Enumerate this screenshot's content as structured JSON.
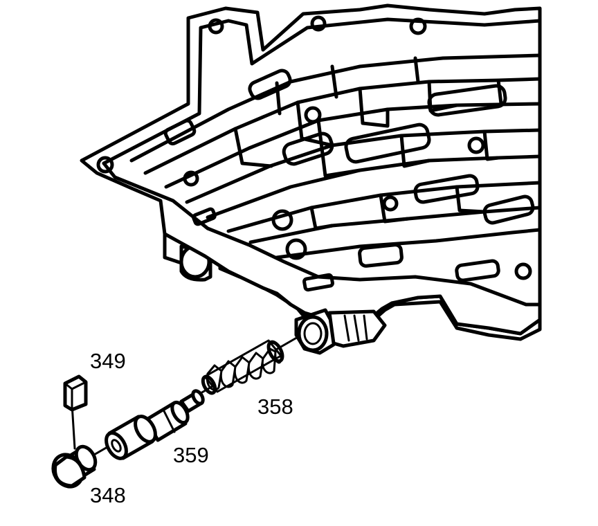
{
  "callouts": {
    "c349": "349",
    "c358": "358",
    "c359": "359",
    "c348": "348"
  },
  "colors": {
    "ink": "#000000",
    "paper": "#ffffff"
  }
}
